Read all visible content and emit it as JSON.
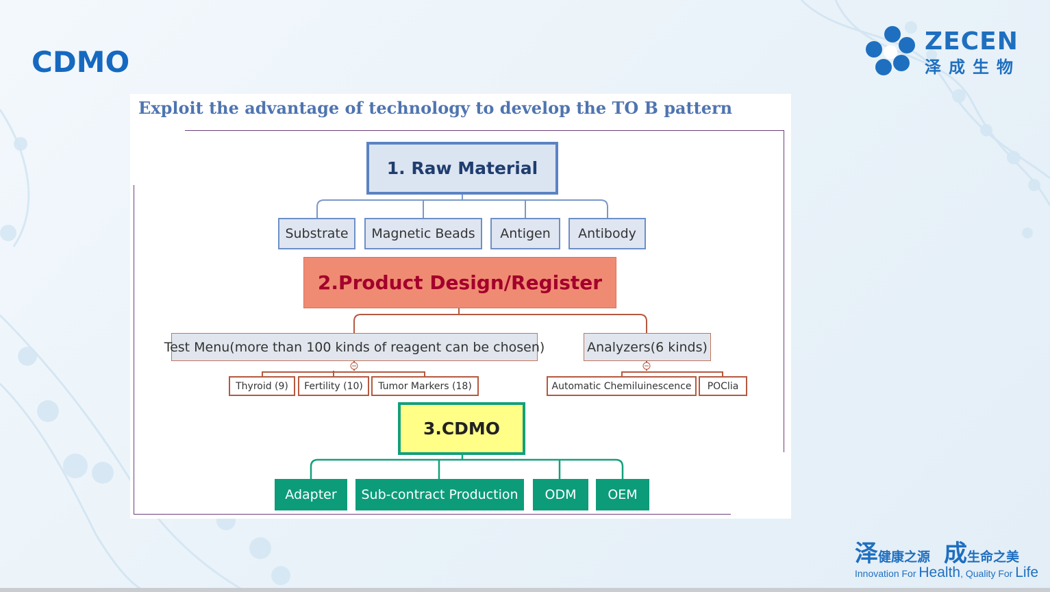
{
  "slide": {
    "title": "CDMO"
  },
  "logo": {
    "name_en": "ZECEN",
    "name_cn": "泽成生物"
  },
  "panel": {
    "heading": "Exploit the advantage of  technology to develop the TO B pattern"
  },
  "diagram": {
    "raw_material": {
      "title": "1. Raw Material",
      "items": [
        "Substrate",
        "Magnetic Beads",
        "Antigen",
        "Antibody"
      ]
    },
    "product_design": {
      "title": "2.Product Design/Register",
      "test_menu": {
        "label": "Test Menu(more than 100 kinds of reagent can be chosen)",
        "items": [
          "Thyroid (9)",
          "Fertility (10)",
          "Tumor Markers (18)"
        ]
      },
      "analyzers": {
        "label": "Analyzers(6 kinds)",
        "items": [
          "Automatic Chemiluinescence",
          "POClia"
        ]
      }
    },
    "cdmo": {
      "title": "3.CDMO",
      "items": [
        "Adapter",
        "Sub-contract Production",
        "ODM",
        "OEM"
      ]
    }
  },
  "tagline": {
    "cn1_big": "泽",
    "cn1_small": "健康之源",
    "cn2_big": "成",
    "cn2_small": "生命之美",
    "en1": "Innovation For ",
    "en2": "Health",
    "en3": ", Quality For ",
    "en4": "Life"
  },
  "colors": {
    "title_blue": "#1569c0",
    "raw_material_border": "#5b83c4",
    "product_design_fill": "#ef8b73",
    "cdmo_fill": "#ffff88",
    "cdmo_items_fill": "#0c9c7a"
  }
}
